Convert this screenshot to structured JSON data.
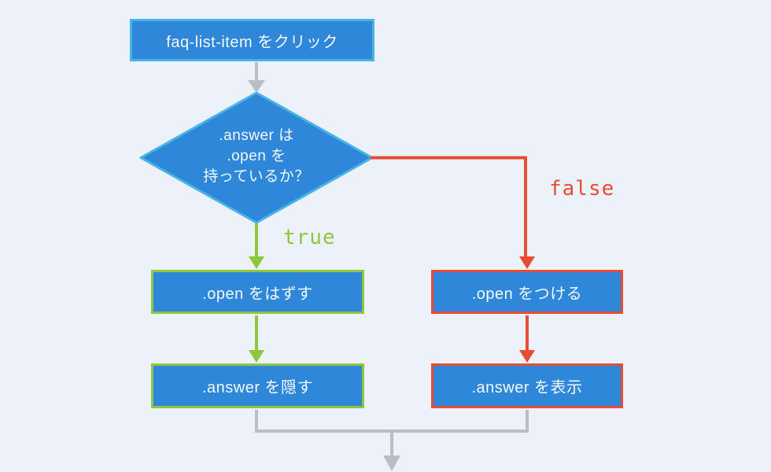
{
  "flowchart": {
    "nodes": {
      "start": {
        "label": "faq-list-item をクリック"
      },
      "decision": {
        "line1": ".answer は",
        "line2": ".open を",
        "line3": "持っているか？"
      },
      "true_step_1": {
        "label": ".open をはずす"
      },
      "true_step_2": {
        "label": ".answer を隠す"
      },
      "false_step_1": {
        "label": ".open をつける"
      },
      "false_step_2": {
        "label": ".answer を表示"
      }
    },
    "branches": {
      "true_label": "true",
      "false_label": "false"
    },
    "colors": {
      "background": "#edf1f9",
      "node_fill": "#2e87d8",
      "node_border_blue": "#47b2e8",
      "true_green": "#8dc63f",
      "false_red": "#e84c35",
      "connector_gray": "#b9bec6",
      "text": "#f6fafd"
    }
  }
}
